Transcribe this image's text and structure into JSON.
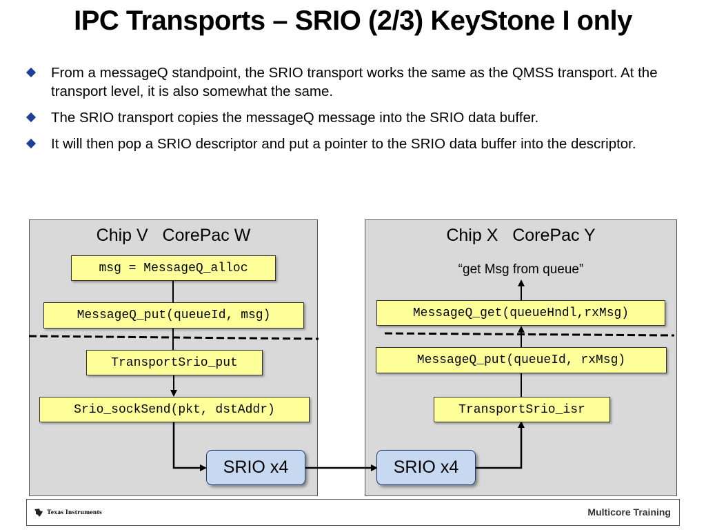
{
  "slide": {
    "title": "IPC Transports – SRIO (2/3) KeyStone I only"
  },
  "bullets": [
    "From a messageQ standpoint, the SRIO transport works the same as the QMSS transport. At the transport level, it is also somewhat the same.",
    "The SRIO transport copies the messageQ message into the SRIO data buffer.",
    "It will then pop a SRIO descriptor and put a pointer to the SRIO data buffer into the descriptor."
  ],
  "diagram": {
    "left_panel": {
      "title": "Chip V   CorePac W",
      "boxes": [
        "msg = MessageQ_alloc",
        "MessageQ_put(queueId, msg)",
        "TransportSrio_put",
        "Srio_sockSend(pkt, dstAddr)"
      ],
      "srio_label": "SRIO x4"
    },
    "right_panel": {
      "title": "Chip X   CorePac Y",
      "note": "“get Msg from queue”",
      "boxes": [
        "MessageQ_get(queueHndl,rxMsg)",
        "MessageQ_put(queueId, rxMsg)",
        "TransportSrio_isr"
      ],
      "srio_label": "SRIO x4"
    }
  },
  "footer": {
    "logo_text": "Texas Instruments",
    "right_text": "Multicore Training"
  },
  "colors": {
    "panel": "#d9d9d9",
    "code_box": "#ffff99",
    "srio_box": "#c6d9f1",
    "bullet": "#1f3f9b"
  },
  "icons": {
    "bullet": "diamond-bullet",
    "logo": "ti-logo-icon"
  }
}
